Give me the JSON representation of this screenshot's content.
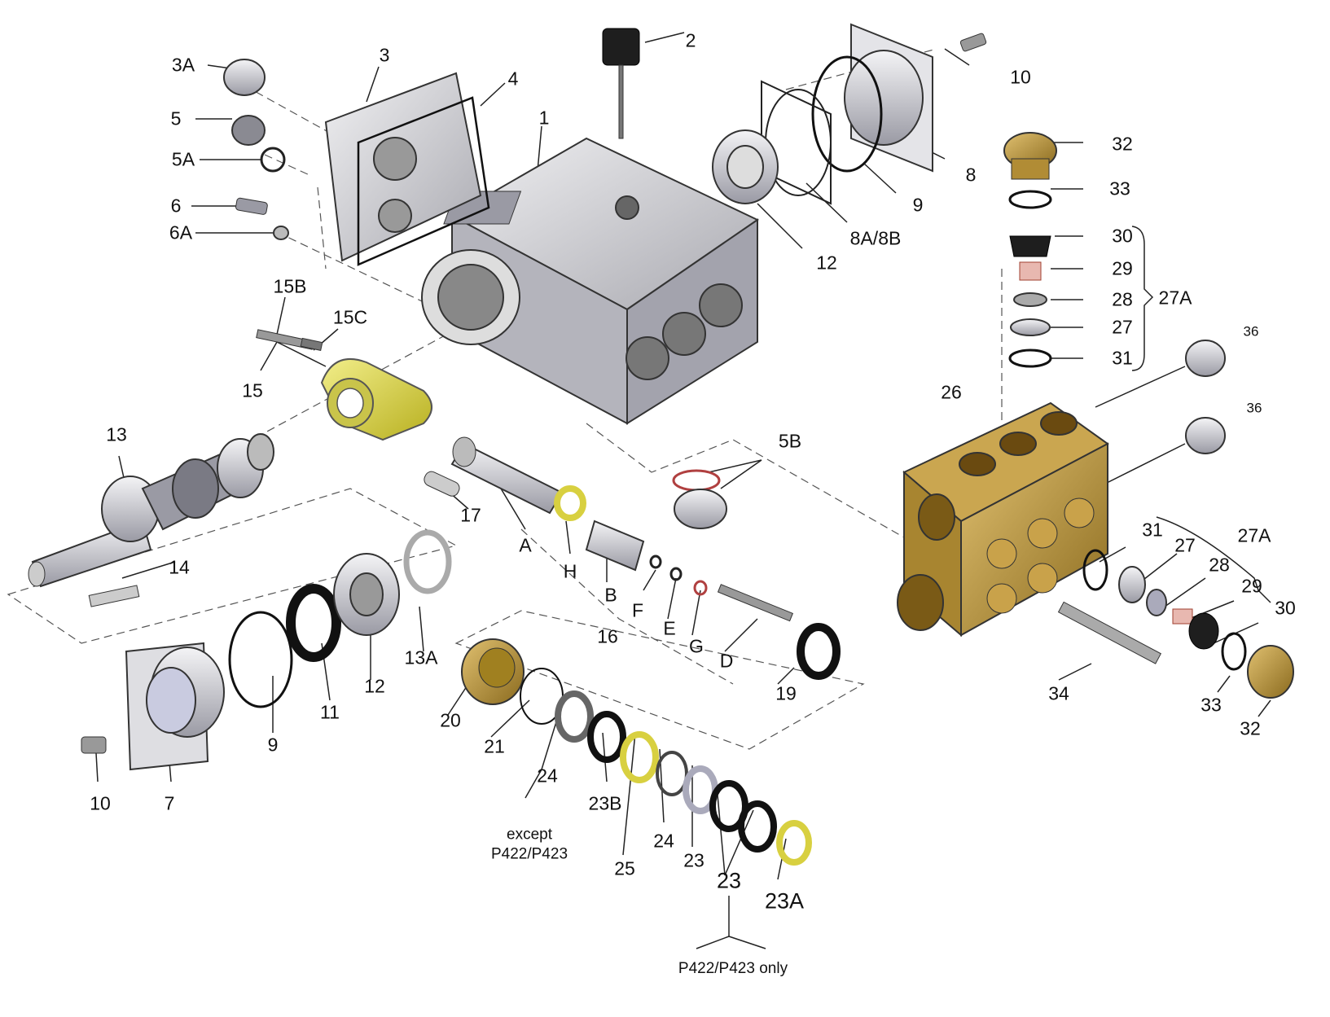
{
  "labels": {
    "p1": "1",
    "p2": "2",
    "p3": "3",
    "p3a": "3A",
    "p4": "4",
    "p5": "5",
    "p5a": "5A",
    "p5b": "5B",
    "p6": "6",
    "p6a": "6A",
    "p7": "7",
    "p8": "8",
    "p8ab": "8A/8B",
    "p9a": "9",
    "p9b": "9",
    "p10a": "10",
    "p10b": "10",
    "p11": "11",
    "p12a": "12",
    "p12b": "12",
    "p13": "13",
    "p13a": "13A",
    "p14": "14",
    "p15": "15",
    "p15b": "15B",
    "p15c": "15C",
    "p16": "16",
    "p17": "17",
    "p19": "19",
    "p20": "20",
    "p21": "21",
    "p23a": "23",
    "p23b": "23",
    "p23c": "23A",
    "p23d": "23B",
    "p24a": "24",
    "p24b": "24",
    "p25": "25",
    "p26": "26",
    "p27a": "27",
    "p27b": "27",
    "p27A1": "27A",
    "p27A2": "27A",
    "p28a": "28",
    "p28b": "28",
    "p29a": "29",
    "p29b": "29",
    "p30a": "30",
    "p30b": "30",
    "p31a": "31",
    "p31b": "31",
    "p32a": "32",
    "p32b": "32",
    "p33a": "33",
    "p33b": "33",
    "p34": "34",
    "p36a": "36",
    "p36b": "36",
    "pA": "A",
    "pB": "B",
    "pD": "D",
    "pE": "E",
    "pF": "F",
    "pG": "G",
    "pH": "H",
    "note_except": "except P422/P423",
    "note_only": "P422/P423 only"
  },
  "colors": {
    "brass": "#c9a24a",
    "brass_dark": "#8a6a1e",
    "aluminum": "#c8c8cc",
    "steel": "#d8d8de",
    "highlight_yellow": "#e6e05a",
    "black_seal": "#1a1a1a",
    "line": "#222222"
  }
}
